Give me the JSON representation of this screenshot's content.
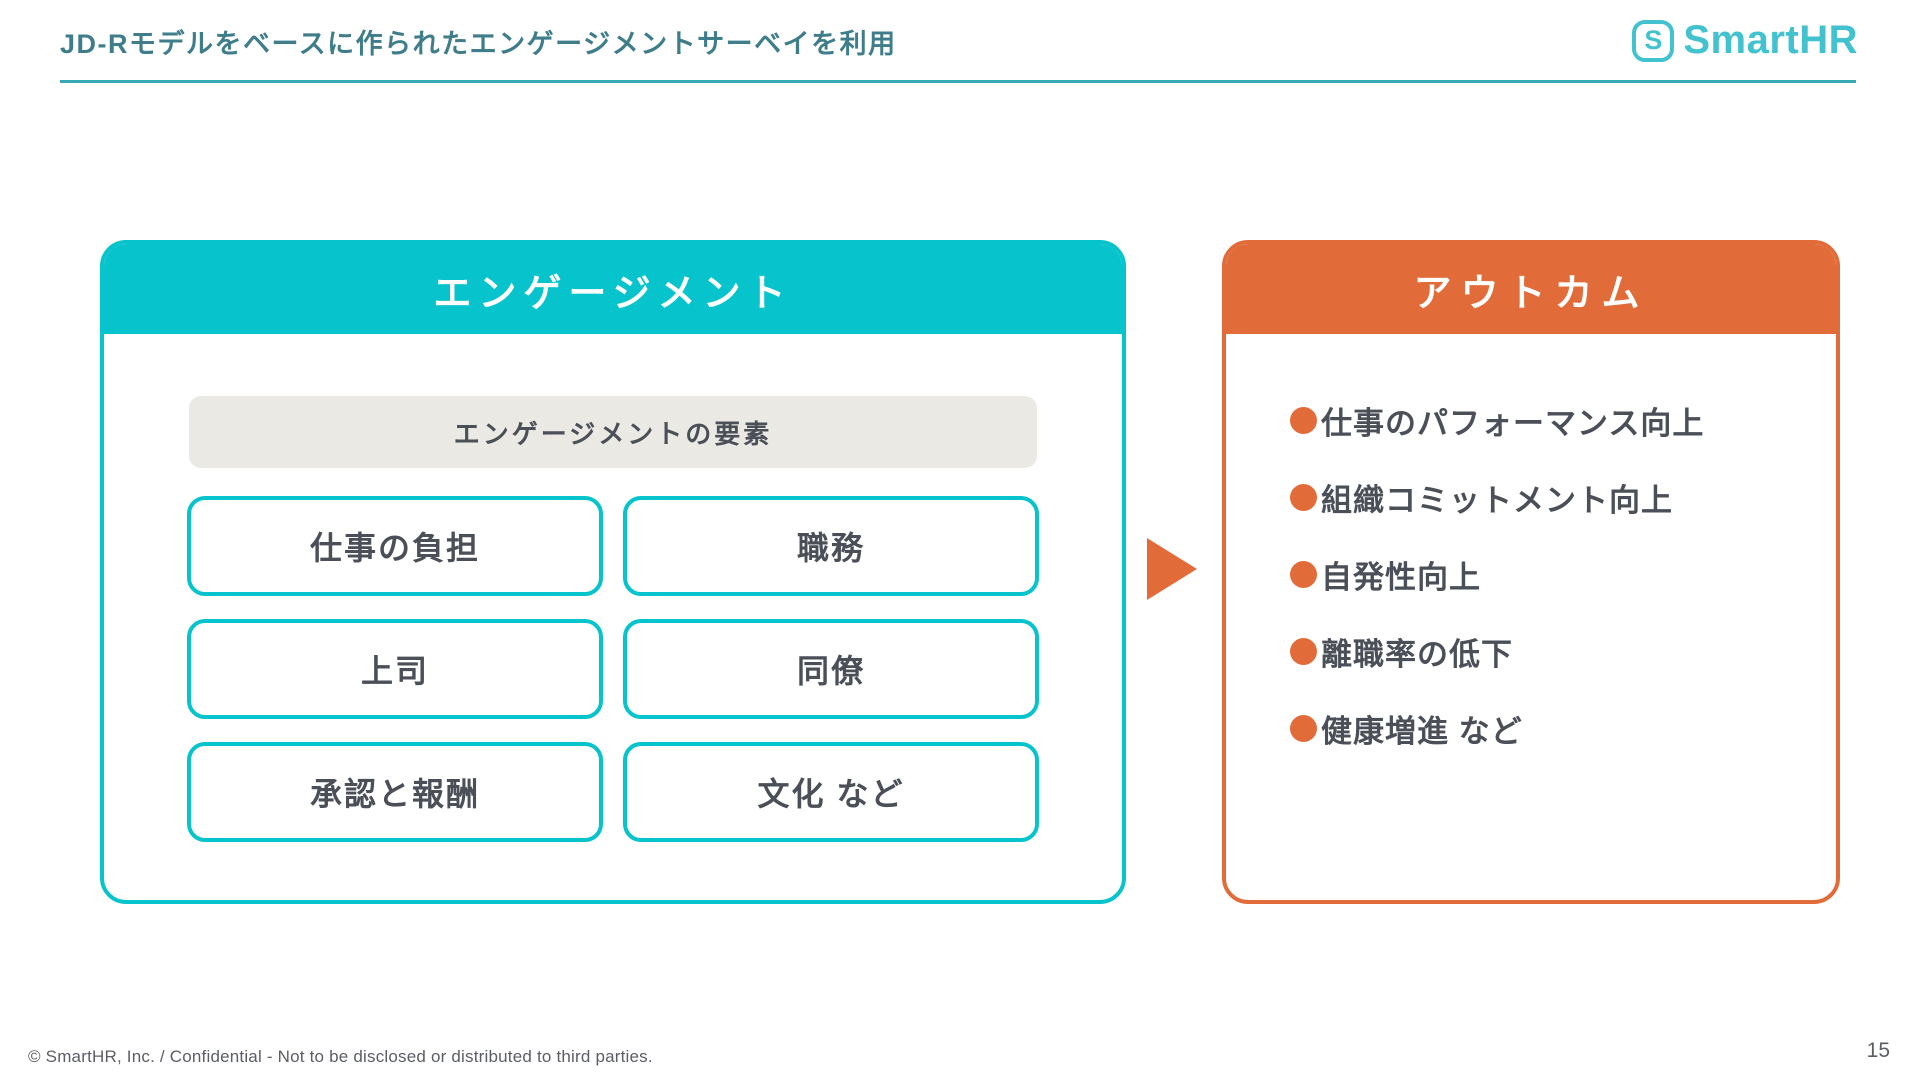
{
  "slide": {
    "title": "JD-Rモデルをベースに作られたエンゲージメントサーベイを利用",
    "footer": "© SmartHR, Inc. / Confidential - Not to be disclosed or distributed to third parties.",
    "page_number": "15"
  },
  "logo": {
    "mark": "S",
    "text": "SmartHR"
  },
  "engagement": {
    "header": "エンゲージメント",
    "sub_header": "エンゲージメントの要素",
    "factors": [
      "仕事の負担",
      "職務",
      "上司",
      "同僚",
      "承認と報酬",
      "文化 など"
    ]
  },
  "outcome": {
    "header": "アウトカム",
    "items": [
      "仕事のパフォーマンス向上",
      "組織コミットメント向上",
      "自発性向上",
      "離職率の低下",
      "健康増進 など"
    ]
  },
  "colors": {
    "teal": "#06c3cc",
    "orange": "#e16c3a",
    "title_teal": "#3e7d89",
    "logo_teal": "#41c2ce",
    "text_dark": "#4a4f58",
    "sub_header_bg": "#eae9e3"
  }
}
